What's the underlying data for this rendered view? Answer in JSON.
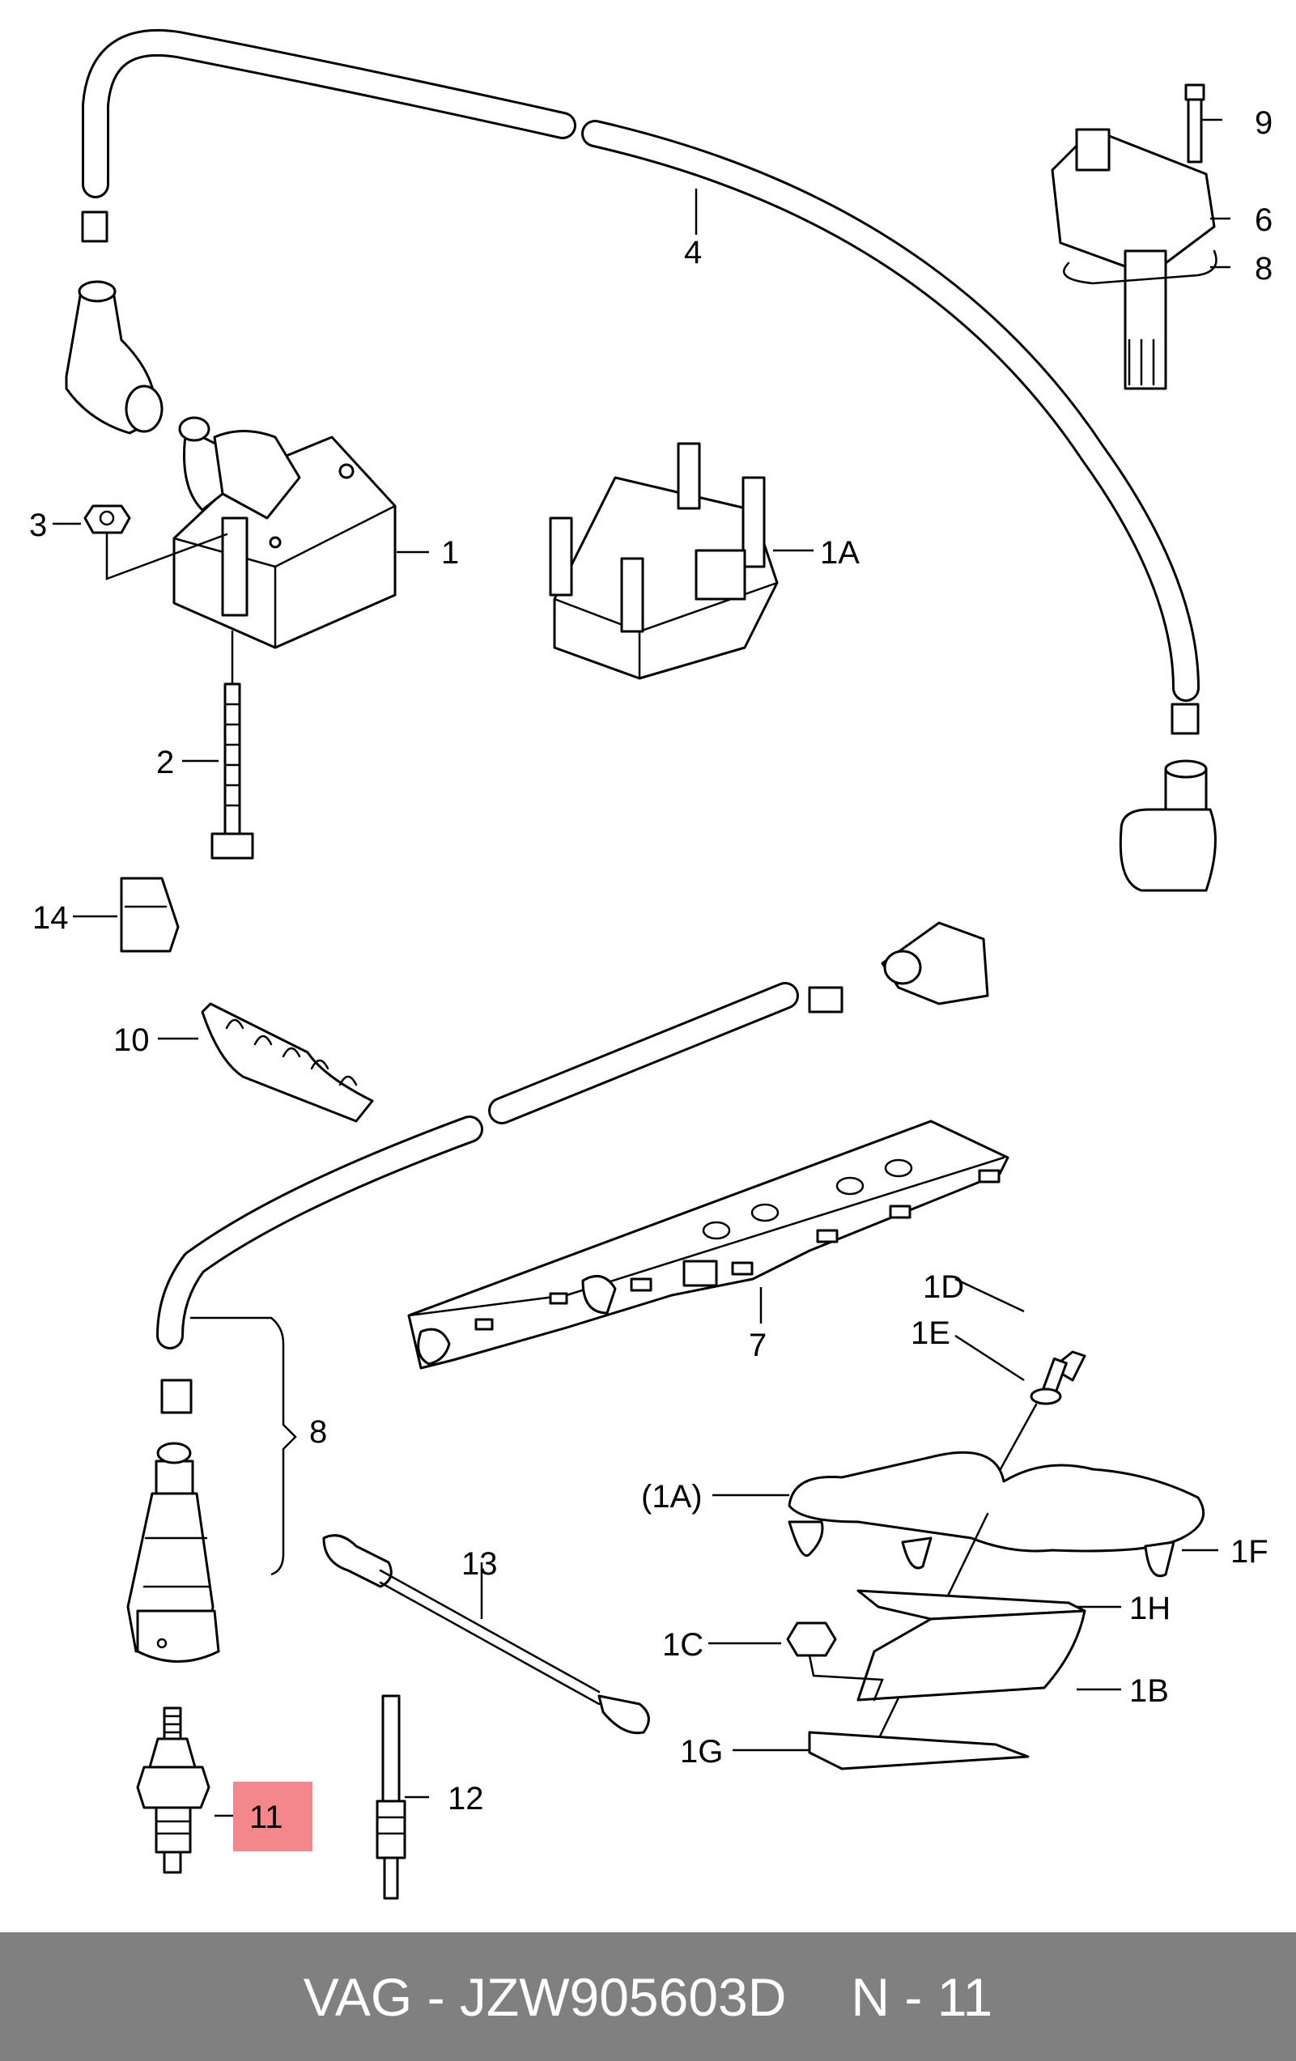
{
  "callouts": {
    "c1": "1",
    "c1A": "1A",
    "c2": "2",
    "c3": "3",
    "c4": "4",
    "c6": "6",
    "c8top": "8",
    "c9": "9",
    "c14": "14",
    "c10": "10",
    "c7": "7",
    "c8": "8",
    "c1D": "1D",
    "c1E": "1E",
    "c1A_paren": "(1A)",
    "c1F": "1F",
    "c13": "13",
    "c1H": "1H",
    "c1C": "1C",
    "c1B": "1B",
    "c1G": "1G",
    "c11": "11",
    "c12": "12"
  },
  "highlight": {
    "part": "11",
    "color": "#f3878c"
  },
  "footer": {
    "part_number": "VAG - JZW905603D",
    "position": "N - 11",
    "background": "#808080"
  }
}
